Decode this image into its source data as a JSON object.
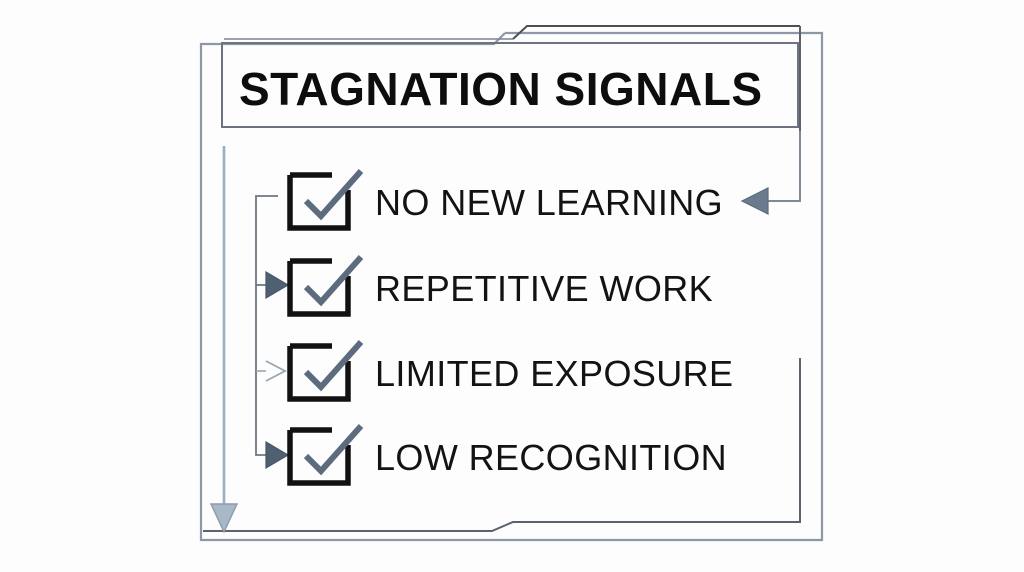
{
  "card": {
    "title": "STAGNATION SIGNALS",
    "background_color": "#fdfdfd",
    "outer_frame_color": "#8d97a6",
    "inner_frame_color": "#59626e",
    "title_color": "#0d0d0d",
    "item_text_color": "#131313"
  },
  "checklist": {
    "checkbox_border_color": "#111111",
    "check_mark_color": "#5c6b7d",
    "items": [
      {
        "label": "NO NEW LEARNING",
        "checked": true,
        "checkbox_icon": "checkbox-checked-icon",
        "connector": {
          "type": "elbow-stub",
          "arrow": "none",
          "color": "#6e7682"
        }
      },
      {
        "label": "REPETITIVE WORK",
        "checked": true,
        "checkbox_icon": "checkbox-checked-icon",
        "connector": {
          "type": "branch-arrow",
          "arrow": "arrow-right-filled",
          "color": "#4f6070"
        }
      },
      {
        "label": "LIMITED EXPOSURE",
        "checked": true,
        "checkbox_icon": "checkbox-checked-icon",
        "connector": {
          "type": "branch-arrow",
          "arrow": "arrow-right-outline",
          "color": "#9aa6b3"
        }
      },
      {
        "label": "LOW RECOGNITION",
        "checked": true,
        "checkbox_icon": "checkbox-checked-icon",
        "connector": {
          "type": "branch-arrow",
          "arrow": "arrow-right-filled",
          "color": "#4f6070"
        }
      }
    ]
  },
  "connectors": {
    "left_flow": {
      "name": "downward-flow-arrow",
      "direction": "down",
      "color": "#9cadc0",
      "arrow": "arrow-down-filled"
    },
    "branch_spine": {
      "name": "branch-spine-line",
      "color": "#6e7682"
    },
    "feedback_loop": {
      "name": "feedback-arrow-to-first-item",
      "direction": "left",
      "color": "#6b7b8d",
      "arrow": "arrow-left-filled"
    }
  }
}
